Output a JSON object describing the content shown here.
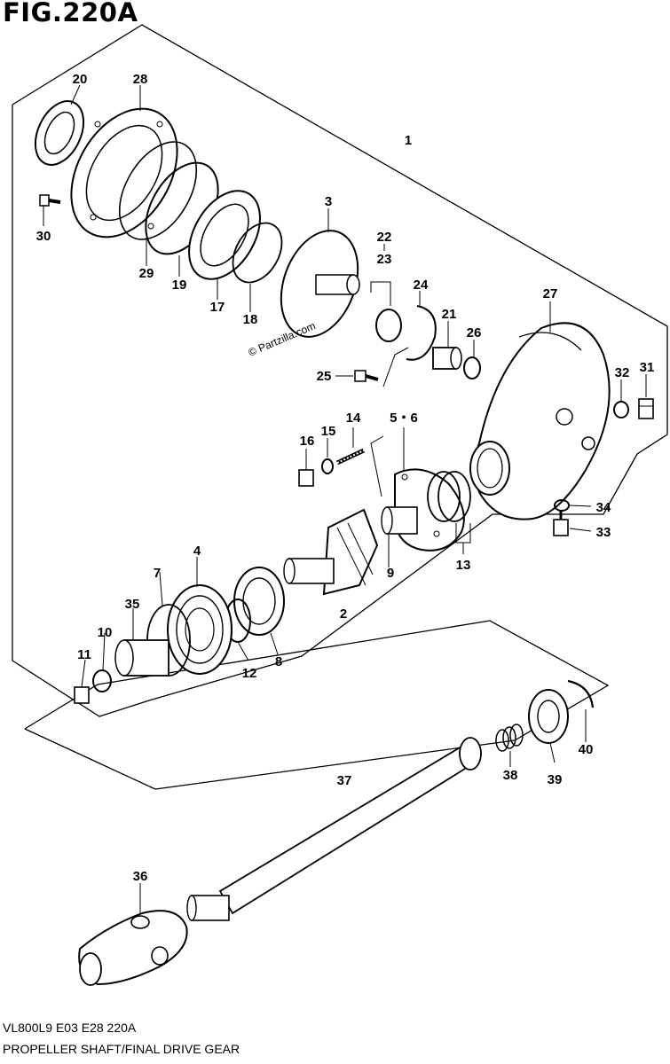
{
  "header": {
    "figure_title": "FIG.220A"
  },
  "watermark": "© Partzilla.com",
  "callouts": {
    "c1": "1",
    "c2": "2",
    "c3": "3",
    "c4": "4",
    "c5_6": "5・6",
    "c7": "7",
    "c8": "8",
    "c9": "9",
    "c10": "10",
    "c11": "11",
    "c12": "12",
    "c13": "13",
    "c14": "14",
    "c15": "15",
    "c16": "16",
    "c17": "17",
    "c18": "18",
    "c19": "19",
    "c20": "20",
    "c21": "21",
    "c22": "22",
    "c23": "23",
    "c24": "24",
    "c25": "25",
    "c26": "26",
    "c27": "27",
    "c28": "28",
    "c29": "29",
    "c30": "30",
    "c31": "31",
    "c32": "32",
    "c33": "33",
    "c34": "34",
    "c35": "35",
    "c36": "36",
    "c37": "37",
    "c38": "38",
    "c39": "39",
    "c40": "40"
  },
  "footer": {
    "code": "VL800L9  E03  E28  220A",
    "caption": "PROPELLER SHAFT/FINAL DRIVE GEAR"
  }
}
